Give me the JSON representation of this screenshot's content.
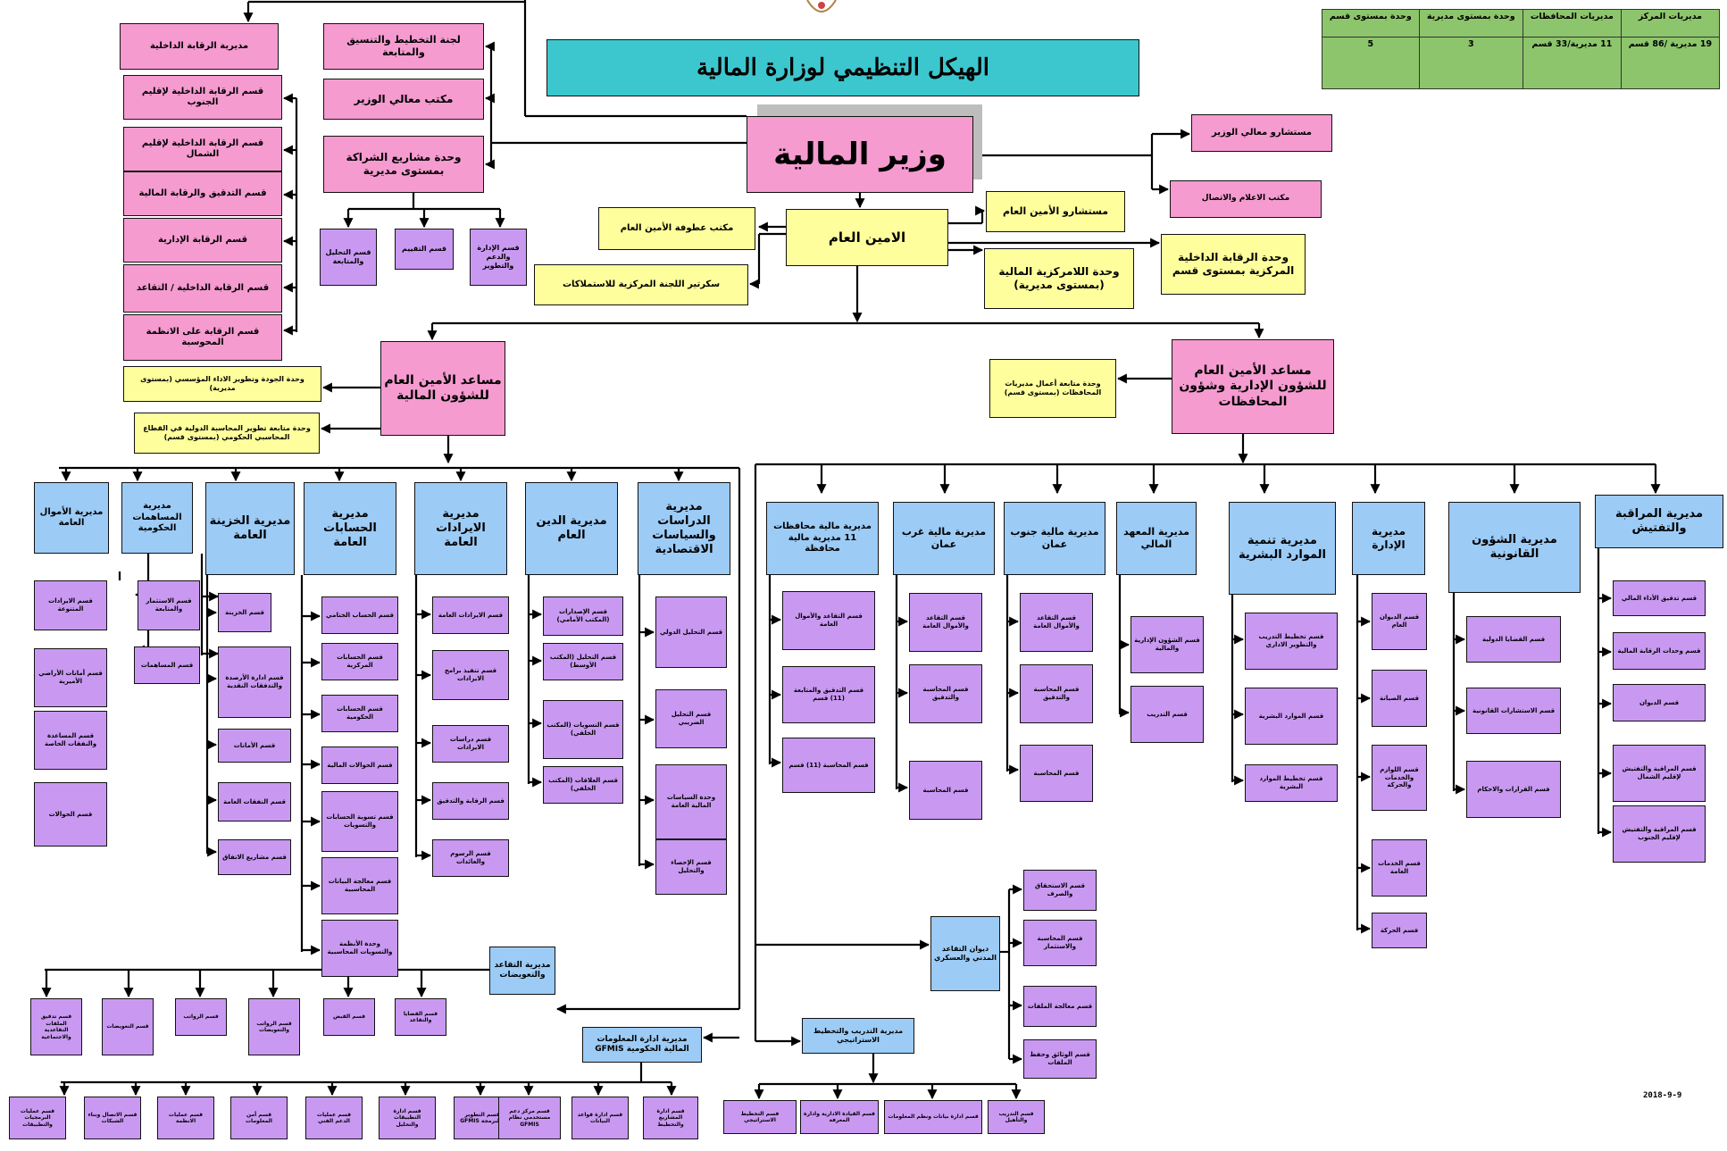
{
  "title": "الهيكل التنظيمي لوزارة المالية",
  "date": "2018-9-9",
  "summary_table": {
    "headers": [
      "مديريات المركز",
      "مديريات المحافظات",
      "وحدة بمستوى مديرية",
      "وحدة بمستوى قسم"
    ],
    "values": [
      "19 مديرية /86 قسم",
      "11 مديرية/33 قسم",
      "3",
      "5"
    ]
  },
  "nodes": {
    "minister": "وزير المالية",
    "sec_gen": "الامين العام",
    "advisors": "مستشارو معالي الوزير",
    "media": "مكتب الاعلام والاتصال",
    "sg_advisors": "مستشارو الأمين العام",
    "decentral": "وحدة اللامركزية المالية (بمستوى مديرية)",
    "central_audit": "وحدة الرقابة الداخلية المركزية بمستوى قسم",
    "sg_office": "مكتب عطوفة الأمين العام",
    "invest_sec": "سكرتير اللجنة المركزية للاستملاكات",
    "planning_cmte": "لجنة التخطيط والتنسيق والمتابعة",
    "minister_office": "مكتب معالي الوزير",
    "ppp_unit": "وحدة مشاريع الشراكة بمستوى مديرية",
    "ppp_c1": "قسم التحليل والمتابعة",
    "ppp_c2": "قسم التقييم",
    "ppp_c3": "قسم الإدارة والدعم والتطوير",
    "internal_audit": "مديرية الرقابة الداخلية",
    "ia_south": "قسم الرقابة الداخلية لإقليم الجنوب",
    "ia_north": "قسم الرقابة الداخلية لإقليم الشمال",
    "ia_fin": "قسم التدقيق والرقابة المالية",
    "ia_admin": "قسم الرقابة الإدارية",
    "ia_quality": "قسم الرقابة الداخلية / التقاعد",
    "ia_systems": "قسم الرقابة على الانظمة المحوسبة",
    "asg_fin": "مساعد الأمين العام للشؤون المالية",
    "asg_adm": "مساعد الأمين العام للشؤون الإدارية وشؤون المحافظات",
    "quality_unit": "وحدة الجودة وتطوير الاداء المؤسسي (بمستوى مديرية)",
    "reform_unit": "وحدة متابعة تطوير المحاسبة الدولية في القطاع المحاسبي الحكومي (بمستوى قسم)",
    "gov_fin_unit": "وحدة متابعة أعمال مديريات المحافظات (بمستوى قسم)",
    "dir_assets": "مديرية الأموال العامة",
    "dir_gov_acc": "مديرية المساهمات الحكومية",
    "dir_treasury": "مديرية الخزينة العامة",
    "dir_accounts": "مديرية الحسابات العامة",
    "dir_revenue": "مديرية الايرادات العامة",
    "dir_debt": "مديرية الدين العام",
    "dir_studies": "مديرية الدراسات والسياسات الاقتصادية",
    "dir_gov_fin": "مديرية مالية محافظات 11 مديرية مالية محافظة",
    "dir_west_amman": "مديرية مالية غرب عمان",
    "dir_south_amman": "مديرية مالية جنوب عمان",
    "dir_institute": "مديرية المعهد المالي",
    "dir_hr": "مديرية تنمية الموارد البشرية",
    "dir_admin": "مديرية الإدارة",
    "dir_legal": "مديرية الشؤون القانونية",
    "dir_inspect": "مديرية المراقبة والتفتيش",
    "dir_retire": "مديرية التقاعد والتعويضات",
    "dir_gfmis": "مديرية ادارة المعلومات المالية الحكومية GFMIS",
    "dir_training": "مديرية التدريب والتخطيط الاستراتيجي",
    "dir_pension": "ديوان التقاعد المدني والعسكري",
    "c_assets_1": "قسم الايرادات المتنوعة",
    "c_assets_2": "قسم أمانات الأراضي الأميرية",
    "c_assets_3": "قسم المساعدة والنفقات الخاصة",
    "c_assets_4": "قسم الحوالات",
    "c_gov_1": "قسم الاستثمار والمتابعة",
    "c_gov_2": "قسم المساهمات",
    "c_tr_1": "قسم الخزينة",
    "c_tr_2": "قسم ادارة الأرصدة والتدفقات النقدية",
    "c_tr_3": "قسم الأمانات",
    "c_tr_4": "قسم النفقات العامة",
    "c_tr_5": "قسم مشاريع الاتفاق",
    "c_acc_1": "قسم الحساب الختامي",
    "c_acc_2": "قسم الحسابات المركزية",
    "c_acc_3": "قسم الحسابات الحكومية",
    "c_acc_4": "قسم الحوالات المالية",
    "c_acc_5": "قسم تسوية الحسابات والتسويات",
    "c_acc_6": "قسم معالجة البيانات المحاسبية",
    "c_acc_7": "وحدة الأنظمة والتسويات المحاسبية",
    "c_rev_1": "قسم الايرادات العامة",
    "c_rev_2": "قسم تنفيذ برامج الايرادات",
    "c_rev_3": "قسم دراسات الايرادات",
    "c_rev_4": "قسم الرقابة والتدقيق",
    "c_rev_5": "قسم الرسوم والعائدات",
    "c_debt_1": "قسم الإصدارات (المكتب الأمامي)",
    "c_debt_2": "قسم التحليل (المكتب الأوسط)",
    "c_debt_3": "قسم التسويات (المكتب الخلفي)",
    "c_debt_4": "قسم العلاقات (المكتب الخلفي)",
    "c_st_1": "قسم التحليل الدولي",
    "c_st_2": "قسم التحليل الضريبي",
    "c_st_3": "وحدة السياسات المالية العامة",
    "c_st_4": "قسم الإحصاء والتحليل",
    "c_gf_1": "قسم التقاعد والأموال العامة",
    "c_gf_2": "قسم التدقيق والمتابعة (11) قسم",
    "c_gf_3": "قسم المحاسبة (11) قسم",
    "c_wa_1": "قسم التقاعد والأموال العامة",
    "c_wa_2": "قسم المحاسبة والتدقيق",
    "c_wa_3": "قسم المحاسبة",
    "c_sa_1": "قسم التقاعد والأموال العامة",
    "c_sa_2": "قسم المحاسبة والتدقيق",
    "c_sa_3": "قسم المحاسبة",
    "c_in_1": "قسم الشؤون الإدارية والمالية",
    "c_in_2": "قسم التدريب",
    "c_hr_1": "قسم تخطيط التدريب والتطوير الاداري",
    "c_hr_2": "قسم الموارد البشرية",
    "c_hr_3": "قسم تخطيط الموارد البشرية",
    "c_ad_1": "قسم الديوان العام",
    "c_ad_2": "قسم الصيانة",
    "c_ad_3": "قسم اللوازم والخدمات والحركة",
    "c_ad_4": "قسم الخدمات العامة",
    "c_ad_5": "قسم الحركة",
    "c_lg_1": "قسم القضايا الدولية",
    "c_lg_2": "قسم الاستشارات القانونية",
    "c_lg_3": "قسم القرارات والاحكام",
    "c_is_1": "قسم تدقيق الأداء المالي",
    "c_is_2": "قسم وحدات الرقابة المالية",
    "c_is_3": "قسم الديوان",
    "c_is_4": "قسم المراقبة والتفتيش لإقليم الشمال",
    "c_is_5": "قسم المراقبة والتفتيش لإقليم الجنوب",
    "c_pn_1": "قسم الاستحقاق والصرف",
    "c_pn_2": "قسم المحاسبة والاستثمار",
    "c_pn_3": "قسم معالجة الملفات",
    "c_pn_4": "قسم الوثائق وحفظ الملفات",
    "c_rt_1": "قسم تدقيق الملفات التقاعدية والاجتماعية",
    "c_rt_2": "قسم التعويضات",
    "c_rt_3": "قسم الرواتب",
    "c_rt_4": "قسم الرواتب والتعويضات",
    "c_rt_5": "قسم القبض",
    "c_rt_6": "قسم القضايا والتقاعد",
    "c_gm_1": "قسم عمليات البرمجيات والتطبيقات",
    "c_gm_2": "قسم الاتصال وبناء الشبكات",
    "c_gm_3": "قسم عمليات الانظمة",
    "c_gm_4": "قسم أمن المعلومات",
    "c_gm_5": "قسم عمليات الدعم الفني",
    "c_gm_6": "قسم ادارة التطبيقات والتحليل",
    "c_gm_7": "قسم التطوير والبرمجة GFMIS",
    "c_gm_8": "قسم مركز دعم مستخدمي نظام GFMIS",
    "c_gm_9": "قسم ادارة قواعد البيانات",
    "c_gm_10": "قسم ادارة المشاريع والتخطيط",
    "c_tc_1": "قسم التخطيط الاستراتيجي",
    "c_tc_2": "قسم القيادة الادارية وادارة المعرفة",
    "c_tc_3": "قسم ادارة بيانات ونظم المعلومات",
    "c_tc_4": "قسم التدريب والتأهيل"
  }
}
